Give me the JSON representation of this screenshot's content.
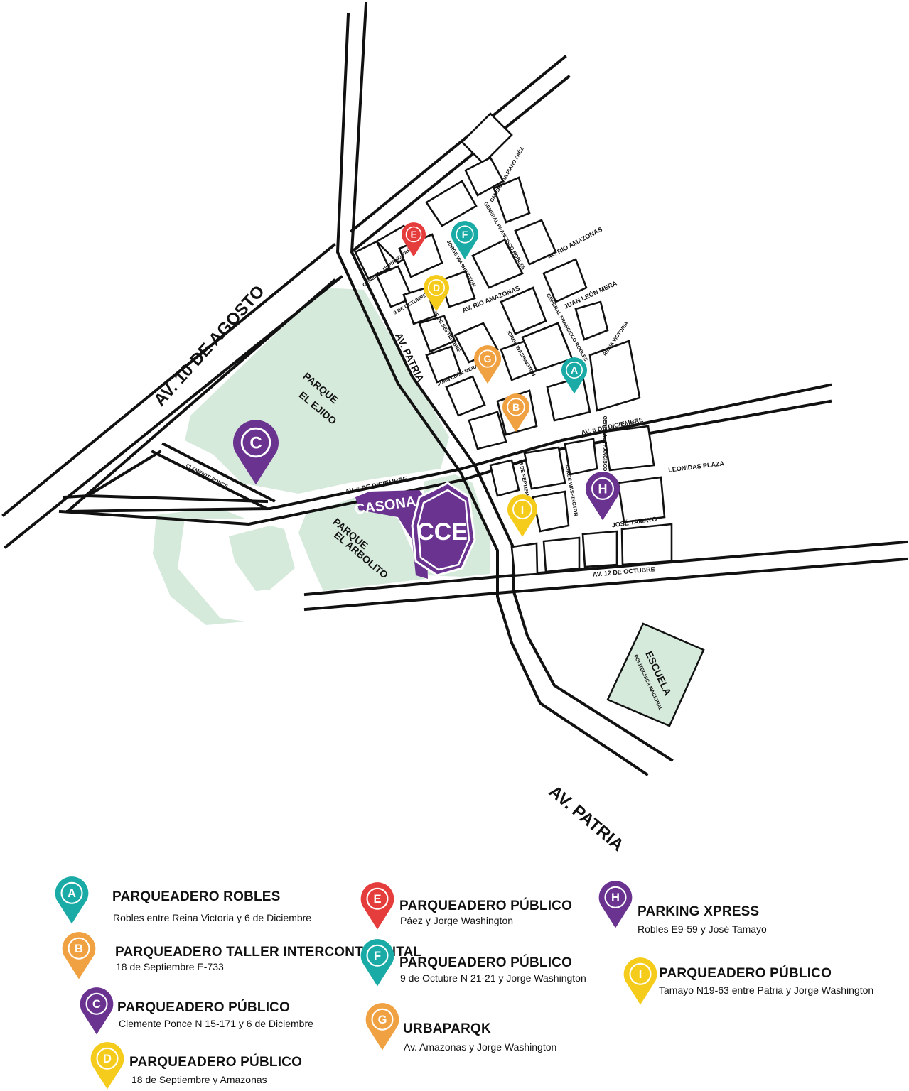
{
  "map": {
    "labels": {
      "av_10_agosto": "AV. 10 DE AGOSTO",
      "av_patria_upper": "AV. PATRIA",
      "av_patria_lower": "AV. PATRIA",
      "parque_ejido_1": "PARQUE",
      "parque_ejido_2": "EL EJIDO",
      "parque_arbolito_1": "PARQUE",
      "parque_arbolito_2": "EL ARBOLITO",
      "casona": "CASONA",
      "cce": "CCE",
      "clemente_ponce": "CLEMENTE PONCE",
      "av_6_dic_left": "AV. 6 DE DICIEMBRE",
      "av_6_dic_right": "AV. 6 DE DICIEMBRE",
      "av_12_oct": "AV. 12 DE OCTUBRE",
      "leonidas_plaza": "LEONIDAS PLAZA",
      "jose_tamayo": "JOSÉ TAMAYO",
      "juan_leon_mera": "JUAN LEÓN MERA",
      "juan_leon_mera_small": "JUAN LEÓN MERA",
      "reina_victoria": "REINA VICTORIA",
      "av_rio_amazonas_1": "AV. RIO AMAZONAS",
      "av_rio_amazonas_2": "AV. RIO AMAZONAS",
      "general_ulpiano_paez_1": "GENERAL ULPIANO PAÉZ",
      "general_ulpiano_paez_2": "GENERAL ULPIANO PAÉZ",
      "general_francisco_robles_1": "GENERAL FRANCISCO ROBLES",
      "general_francisco_robles_2": "GENERAL FRANCISCO ROBLES",
      "general_francisco_robles_3": "GENERAL FRANCISCO ROBLES",
      "jorge_washington_1": "JORGE WASHINGTON",
      "jorge_washington_2": "JORGE WASHINGTON",
      "jorge_washington_3": "JORGE WASHINGTON",
      "nueve_octubre": "9 DE OCTUBRE",
      "dieciocho_sept_1": "18 DE SEPTIEMBRE",
      "dieciocho_sept_2": "18 DE SEPTIEMBRE",
      "escuela": "ESCUELA",
      "politecnica": "POLITECNICA NACIONAL"
    },
    "pins": {
      "A": {
        "letter": "A",
        "color": "#1aaba6"
      },
      "B": {
        "letter": "B",
        "color": "#f0a141"
      },
      "C": {
        "letter": "C",
        "color": "#6a3390"
      },
      "D": {
        "letter": "D",
        "color": "#f5cc1c"
      },
      "E": {
        "letter": "E",
        "color": "#e53c3c"
      },
      "F": {
        "letter": "F",
        "color": "#1aaba6"
      },
      "G": {
        "letter": "G",
        "color": "#f0a141"
      },
      "H": {
        "letter": "H",
        "color": "#6a3390"
      },
      "I": {
        "letter": "I",
        "color": "#f5cc1c"
      }
    },
    "colors": {
      "park": "#d6eadc",
      "cce": "#6a3390",
      "road": "#111111"
    }
  },
  "legend": [
    {
      "letter": "A",
      "color": "#1aaba6",
      "title": "PARQUEADERO ROBLES",
      "address": "Robles entre Reina Victoria y 6 de Diciembre"
    },
    {
      "letter": "B",
      "color": "#f0a141",
      "title": "PARQUEADERO TALLER INTERCONTINENTAL",
      "address": "18 de Septiembre E-733"
    },
    {
      "letter": "C",
      "color": "#6a3390",
      "title": "PARQUEADERO PÚBLICO",
      "address": "Clemente Ponce N 15-171 y 6 de Diciembre"
    },
    {
      "letter": "D",
      "color": "#f5cc1c",
      "title": "PARQUEADERO PÚBLICO",
      "address": "18 de Septiembre y Amazonas"
    },
    {
      "letter": "E",
      "color": "#e53c3c",
      "title": "PARQUEADERO PÚBLICO",
      "address": "Páez y Jorge Washington"
    },
    {
      "letter": "F",
      "color": "#1aaba6",
      "title": "PARQUEADERO PÚBLICO",
      "address": "9 de Octubre N 21-21 y Jorge Washington"
    },
    {
      "letter": "G",
      "color": "#f0a141",
      "title": "URBAPARQK",
      "address": "Av. Amazonas y Jorge Washington"
    },
    {
      "letter": "H",
      "color": "#6a3390",
      "title": "PARKING XPRESS",
      "address": "Robles E9-59 y José Tamayo"
    },
    {
      "letter": "I",
      "color": "#f5cc1c",
      "title": "PARQUEADERO PÚBLICO",
      "address": "Tamayo N19-63 entre Patria y Jorge Washington"
    }
  ]
}
